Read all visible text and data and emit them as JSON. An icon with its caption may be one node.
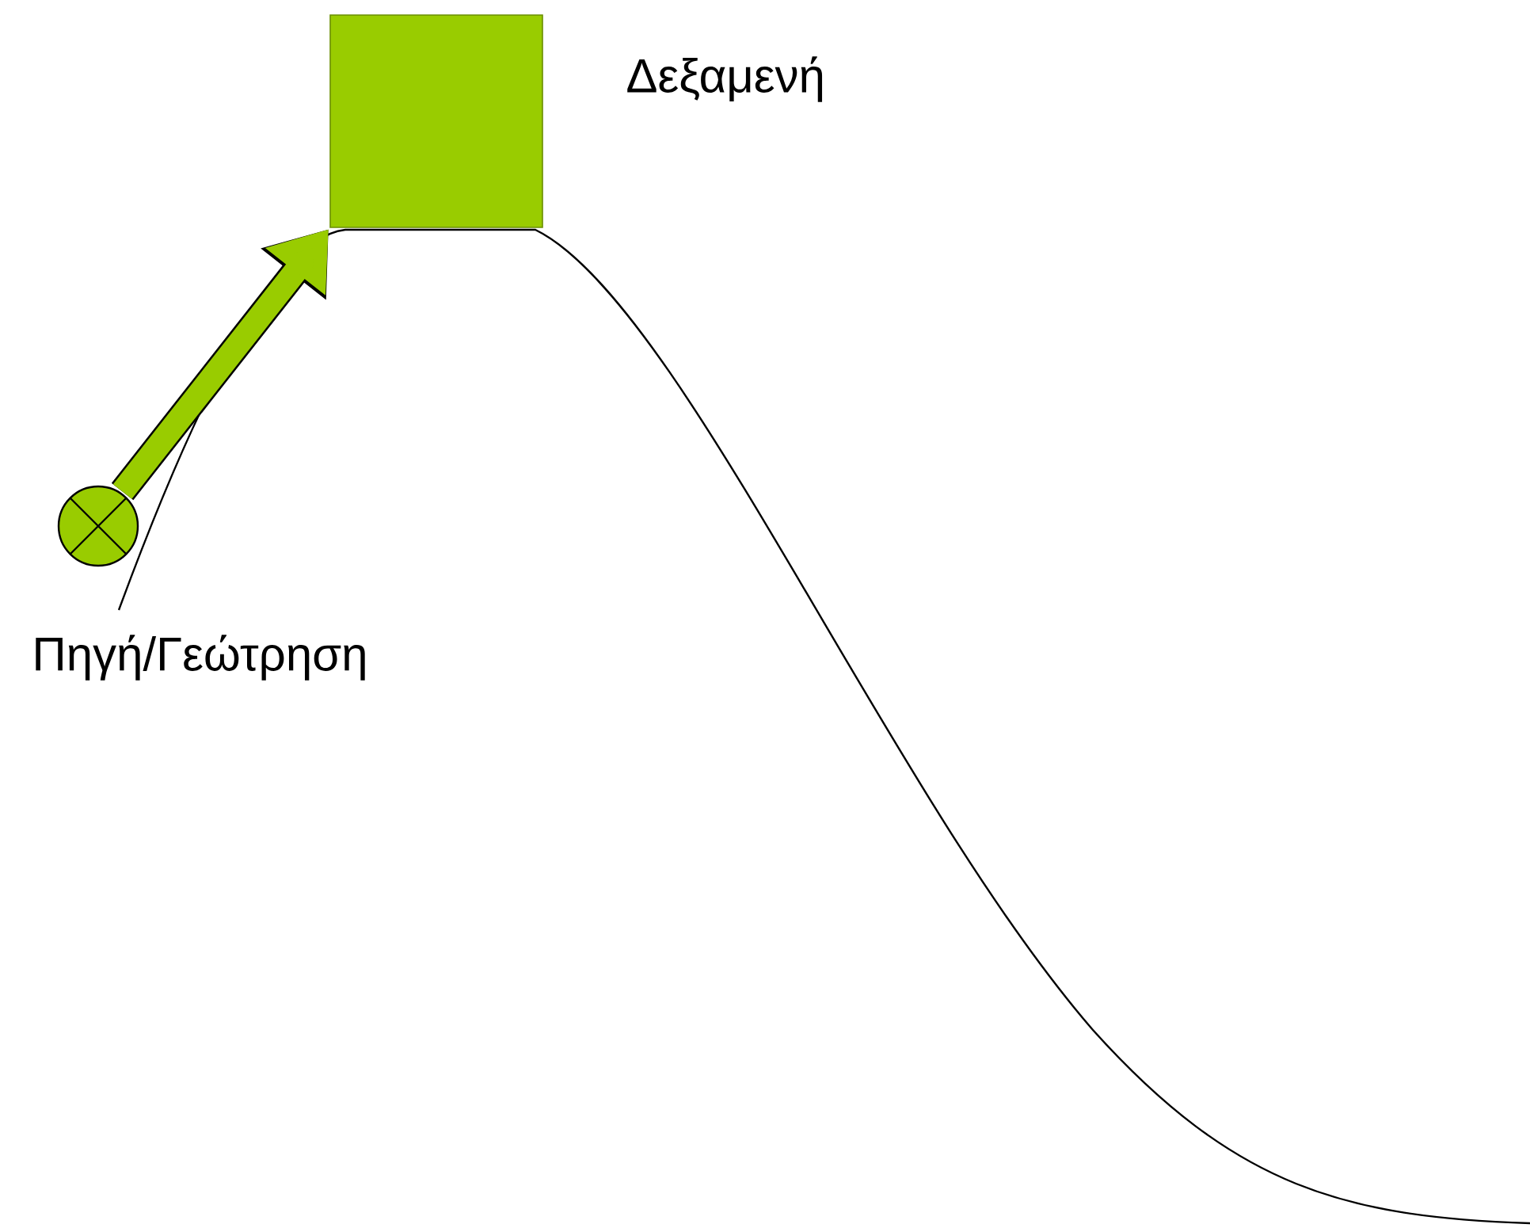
{
  "diagram": {
    "nodes": [
      {
        "text": [],
        "shape": "box",
        "beside": [
          "Δεξαμενή"
        ]
      },
      {
        "text": [],
        "shape": "circle",
        "beside": [
          "Πηγή/Γεώτρηση"
        ]
      }
    ],
    "edges": [
      {
        "from": 1,
        "to": 0,
        "arrow": "to",
        "color": "#99cc00"
      }
    ]
  }
}
